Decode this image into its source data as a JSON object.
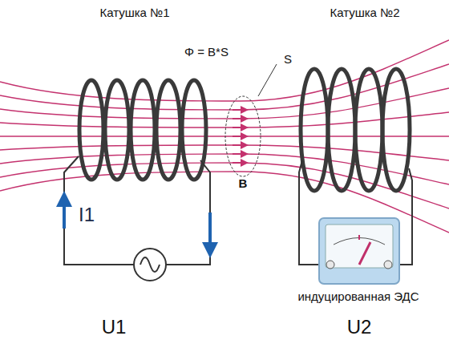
{
  "diagram": {
    "labels": [
      "Катушка №1",
      "Катушка №2",
      "Φ = B*S",
      "S",
      "B",
      "I1",
      "индуцированная ЭДС",
      "U1",
      "U2"
    ]
  }
}
